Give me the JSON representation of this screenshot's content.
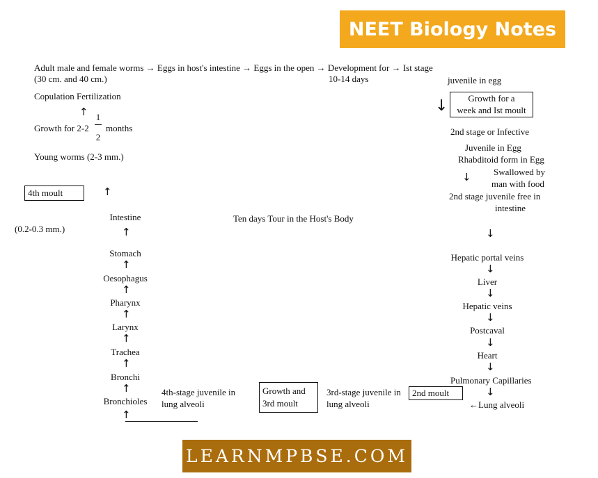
{
  "header_badge": "NEET Biology Notes",
  "footer_badge": "LEARNMPBSE.COM",
  "top": {
    "line1": "Adult male and female worms → Eggs  in host's intestine →  Eggs  in the open → Development for → Ist stage",
    "sizes": "(30 cm. and 40 cm.)",
    "days": "10-14 days",
    "juvenile_in_egg": "juvenile in egg"
  },
  "left": {
    "copulation": "Copulation Fertilization",
    "growth_prefix": "Growth for 2-2",
    "frac_num": "1",
    "frac_den": "2",
    "growth_suffix": "months",
    "young_worms": "Young worms (2-3 mm.)",
    "fourth_moult": "4th moult",
    "size": "(0.2-0.3 mm.)"
  },
  "center_title": "Ten days Tour in the Host's Body",
  "left_column": [
    "Intestine",
    "Stomach",
    "Oesophagus",
    "Pharynx",
    "Larynx",
    "Trachea",
    "Bronchi",
    "Bronchioles"
  ],
  "right": {
    "growth_box_l1": "Growth for a",
    "growth_box_l2": "week and Ist moult",
    "second_stage": "2nd stage or Infective",
    "juvenile_egg": "Juvenile in Egg",
    "rhabditoid": "Rhabditoid form in Egg",
    "swallowed_l1": "Swallowed by",
    "swallowed_l2": "man with food",
    "free_l1": "2nd stage juvenile free in",
    "free_l2": "intestine",
    "column": [
      "Hepatic portal veins",
      "Liver",
      "Hepatic veins",
      "Postcaval",
      "Heart",
      "Pulmonary Capillaries"
    ],
    "lung_alveoli": "←Lung alveoli"
  },
  "bottom": {
    "fourth_stage_l1": "4th-stage juvenile in",
    "fourth_stage_l2": "lung alveoli",
    "growth3_l1": "Growth and",
    "growth3_l2": "3rd moult",
    "third_stage_l1": "3rd-stage juvenile in",
    "third_stage_l2": "lung alveoli",
    "second_moult": "2nd moult"
  }
}
